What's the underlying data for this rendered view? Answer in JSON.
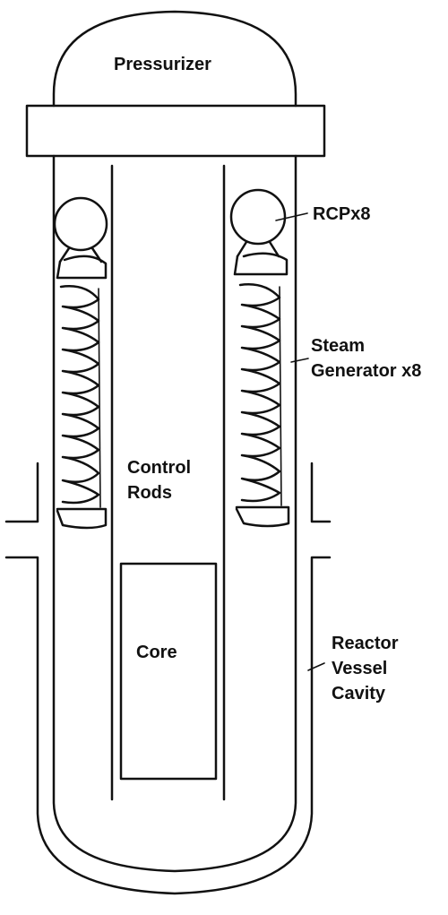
{
  "labels": {
    "pressurizer": "Pressurizer",
    "rcp": "RCPx8",
    "steam_generator_line1": "Steam",
    "steam_generator_line2": "Generator x8",
    "control_rods_line1": "Control",
    "control_rods_line2": "Rods",
    "core": "Core",
    "cavity_line1": "Reactor",
    "cavity_line2": "Vessel",
    "cavity_line3": "Cavity"
  },
  "colors": {
    "stroke": "#111111",
    "background": "#ffffff"
  }
}
